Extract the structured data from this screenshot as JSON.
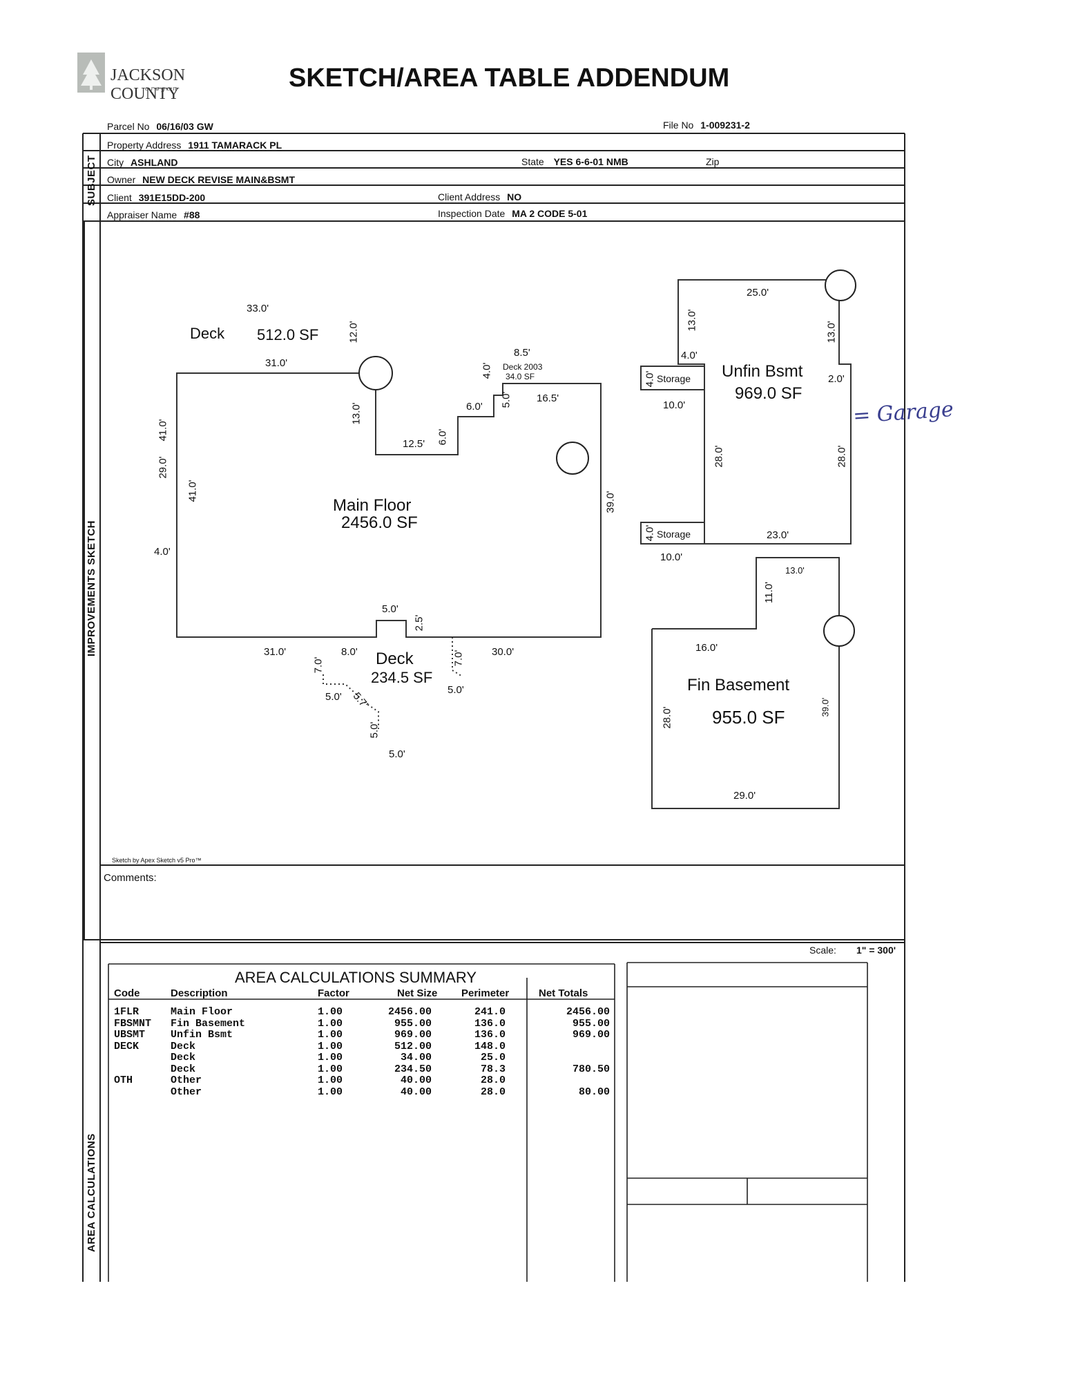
{
  "header": {
    "logo_line1": "JACKSON COUNTY",
    "logo_line2": "oregon",
    "title": "SKETCH/AREA TABLE ADDENDUM"
  },
  "subject": {
    "parcel_label": "Parcel No",
    "parcel_value": "06/16/03 GW",
    "file_label": "File No",
    "file_value": "1-009231-2",
    "address_label": "Property Address",
    "address_value": "1911 TAMARACK PL",
    "city_label": "City",
    "city_value": "ASHLAND",
    "state_label": "State",
    "state_value": "YES 6-6-01 NMB",
    "zip_label": "Zip",
    "owner_label": "Owner",
    "owner_value": "NEW DECK REVISE MAIN&BSMT",
    "client_label": "Client",
    "client_value": "391E15DD-200",
    "client_address_label": "Client Address",
    "client_address_value": "NO",
    "appraiser_label": "Appraiser Name",
    "appraiser_value": "#88",
    "inspection_label": "Inspection Date",
    "inspection_value": "MA 2 CODE 5-01"
  },
  "sections": {
    "subject": "SUBJECT",
    "sketch": "IMPROVEMENTS SKETCH",
    "area": "AREA CALCULATIONS"
  },
  "sketch": {
    "deck_top_label": "Deck",
    "deck_top_area": "512.0 SF",
    "main_label": "Main Floor",
    "main_area": "2456.0 SF",
    "deck_2003_label": "Deck 2003",
    "deck_2003_area": "34.0 SF",
    "deck_bottom_label": "Deck",
    "deck_bottom_area": "234.5 SF",
    "unfin_label": "Unfin Bsmt",
    "unfin_area": "969.0 SF",
    "storage1": "Storage",
    "storage2": "Storage",
    "fin_label": "Fin Basement",
    "fin_area": "955.0 SF",
    "handwritten": "= Garage",
    "footer": "Sketch by Apex Sketch v5 Pro™",
    "dims": {
      "d33": "33.0'",
      "d12": "12.0'",
      "d31a": "31.0'",
      "d41a": "41.0'",
      "d29": "29.0'",
      "d41b": "41.0'",
      "d4a": "4.0'",
      "d13a": "13.0'",
      "d125": "12.5'",
      "d6a": "6.0'",
      "d6b": "6.0'",
      "d5a": "5.0'",
      "d4b": "4.0'",
      "d85": "8.5'",
      "d165": "16.5'",
      "d39a": "39.0'",
      "d5b": "5.0'",
      "d25": "2.5'",
      "d31b": "31.0'",
      "d8": "8.0'",
      "d7a": "7.0'",
      "d7b": "7.0'",
      "d30": "30.0'",
      "d5c": "5.0'",
      "d57": "5.7'",
      "d5d": "5.0'",
      "d5e": "5.0'",
      "d5f": "5.0'",
      "u25": "25.0'",
      "u13a": "13.0'",
      "u13b": "13.0'",
      "u4a": "4.0'",
      "u4b": "4.0'",
      "u2": "2.0'",
      "u10a": "10.0'",
      "u28a": "28.0'",
      "u28b": "28.0'",
      "u4c": "4.0'",
      "u10b": "10.0'",
      "u23": "23.0'",
      "f13": "13.0'",
      "f11": "11.0'",
      "f16": "16.0'",
      "f28": "28.0'",
      "f39": "39.0'",
      "f29": "29.0'"
    }
  },
  "comments_label": "Comments:",
  "scale_label": "Scale:",
  "scale_value": "1\" = 300'",
  "area_table": {
    "title": "AREA CALCULATIONS SUMMARY",
    "headers": [
      "Code",
      "Description",
      "Factor",
      "Net Size",
      "Perimeter",
      "Net Totals"
    ],
    "rows": [
      [
        "1FLR",
        "Main Floor",
        "1.00",
        "2456.00",
        "241.0",
        "2456.00"
      ],
      [
        "FBSMNT",
        "Fin Basement",
        "1.00",
        "955.00",
        "136.0",
        "955.00"
      ],
      [
        "UBSMT",
        "Unfin Bsmt",
        "1.00",
        "969.00",
        "136.0",
        "969.00"
      ],
      [
        "DECK",
        "Deck",
        "1.00",
        "512.00",
        "148.0",
        ""
      ],
      [
        "",
        "Deck",
        "1.00",
        "34.00",
        "25.0",
        ""
      ],
      [
        "",
        "Deck",
        "1.00",
        "234.50",
        "78.3",
        "780.50"
      ],
      [
        "OTH",
        "Other",
        "1.00",
        "40.00",
        "28.0",
        ""
      ],
      [
        "",
        "Other",
        "1.00",
        "40.00",
        "28.0",
        "80.00"
      ]
    ]
  }
}
